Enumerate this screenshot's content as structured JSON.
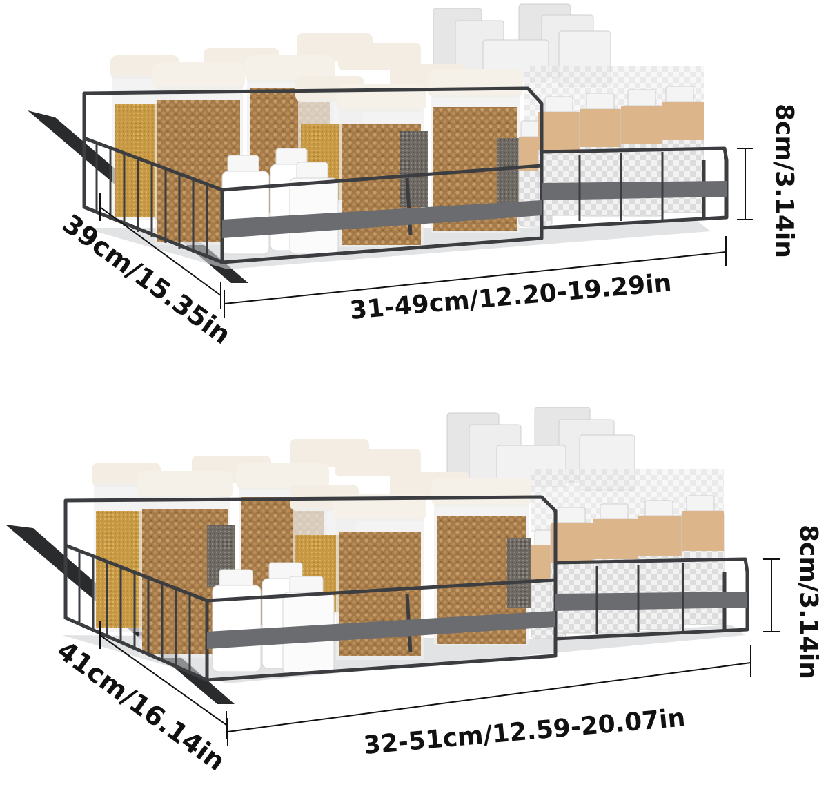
{
  "products": [
    {
      "name": "upper",
      "depth_label": "39cm/15.35in",
      "width_label": "31-49cm/12.20-19.29in",
      "height_label": "8cm/3.14in"
    },
    {
      "name": "lower",
      "depth_label": "41cm/16.14in",
      "width_label": "32-51cm/12.59-20.07in",
      "height_label": "8cm/3.14in"
    }
  ],
  "colors": {
    "frame": "#3b3d40",
    "band": "#6a6c70",
    "rail": "#2a2b2d",
    "jar_lid": "#f3ede4",
    "jar_body": "#e9eaec",
    "grain_gold": "#c89a46",
    "grain_brown": "#a57a49",
    "grain_dark": "#6f6a64",
    "bottle_fill": "#dcb58a",
    "bottle_cap": "#f4f4f4",
    "pouch": "#e6e6e6",
    "dimension_line": "#111111"
  }
}
